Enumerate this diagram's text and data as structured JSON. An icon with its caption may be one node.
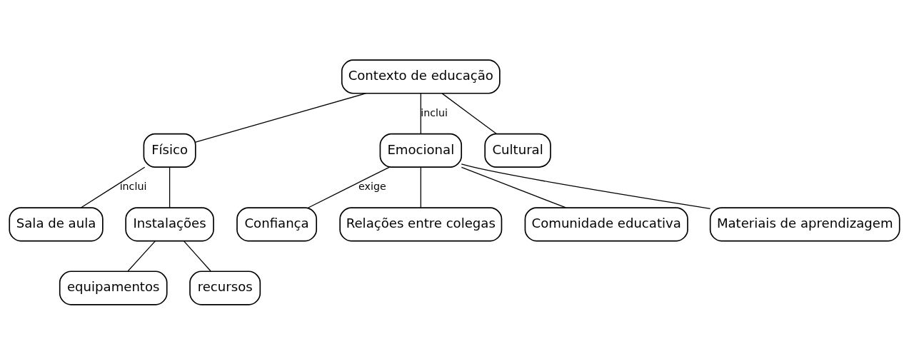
{
  "diagram": {
    "nodes": [
      {
        "text": [
          "Contexto de educação"
        ]
      },
      {
        "text": [
          "Físico"
        ]
      },
      {
        "text": [
          "Emocional"
        ]
      },
      {
        "text": [
          "Cultural"
        ]
      },
      {
        "text": [
          "Confiança"
        ]
      },
      {
        "text": [
          "Relações entre colegas"
        ]
      },
      {
        "text": [
          "Comunidade educativa"
        ]
      },
      {
        "text": [
          "Materiais de aprendizagem"
        ]
      },
      {
        "text": [
          "Sala de aula"
        ]
      },
      {
        "text": [
          "Instalações"
        ]
      },
      {
        "text": [
          "equipamentos"
        ]
      },
      {
        "text": [
          "recursos"
        ]
      }
    ],
    "edges": [
      {
        "from": 0,
        "to": 1,
        "arrow": "none"
      },
      {
        "from": 0,
        "to": 2,
        "arrow": "none",
        "label": "inclui"
      },
      {
        "from": 0,
        "to": 3,
        "arrow": "none"
      },
      {
        "from": 2,
        "to": 4,
        "arrow": "none",
        "label": "exige"
      },
      {
        "from": 2,
        "to": 5,
        "arrow": "none"
      },
      {
        "from": 2,
        "to": 6,
        "arrow": "none"
      },
      {
        "from": 2,
        "to": 7,
        "arrow": "none"
      },
      {
        "from": 1,
        "to": 8,
        "arrow": "none",
        "label": "inclui"
      },
      {
        "from": 1,
        "to": 9,
        "arrow": "none"
      },
      {
        "from": 9,
        "to": 10,
        "arrow": "none"
      },
      {
        "from": 9,
        "to": 11,
        "arrow": "none"
      }
    ]
  }
}
